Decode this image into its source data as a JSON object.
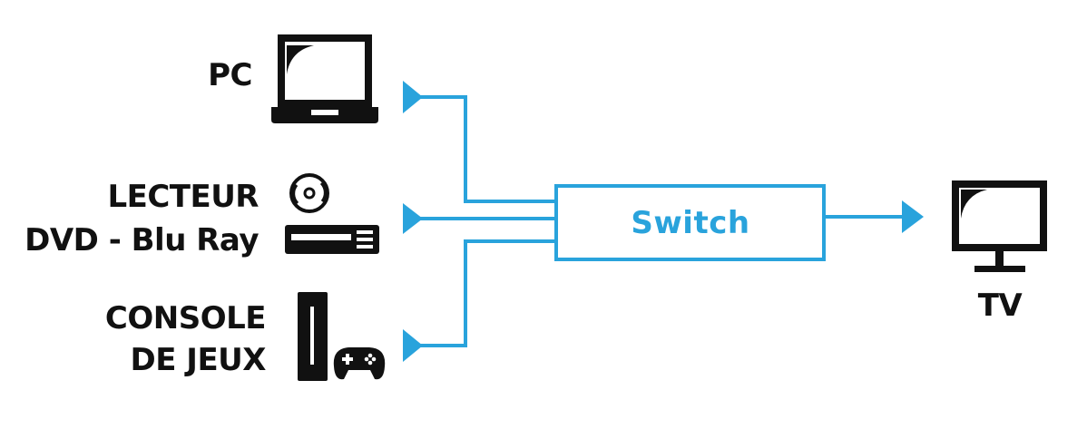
{
  "diagram": {
    "accent_color": "#29a3dc",
    "icon_color": "#111111",
    "sources": [
      {
        "id": "pc",
        "label_lines": [
          "PC"
        ],
        "icon": "laptop-icon"
      },
      {
        "id": "dvd",
        "label_lines": [
          "LECTEUR",
          "DVD - Blu Ray"
        ],
        "icons": [
          "disc-icon",
          "dvd-player-icon"
        ]
      },
      {
        "id": "console",
        "label_lines": [
          "CONSOLE",
          "DE JEUX"
        ],
        "icons": [
          "console-tower-icon",
          "gamepad-icon"
        ]
      }
    ],
    "switch": {
      "label": "Switch"
    },
    "output": {
      "label": "TV",
      "icon": "tv-icon"
    }
  }
}
